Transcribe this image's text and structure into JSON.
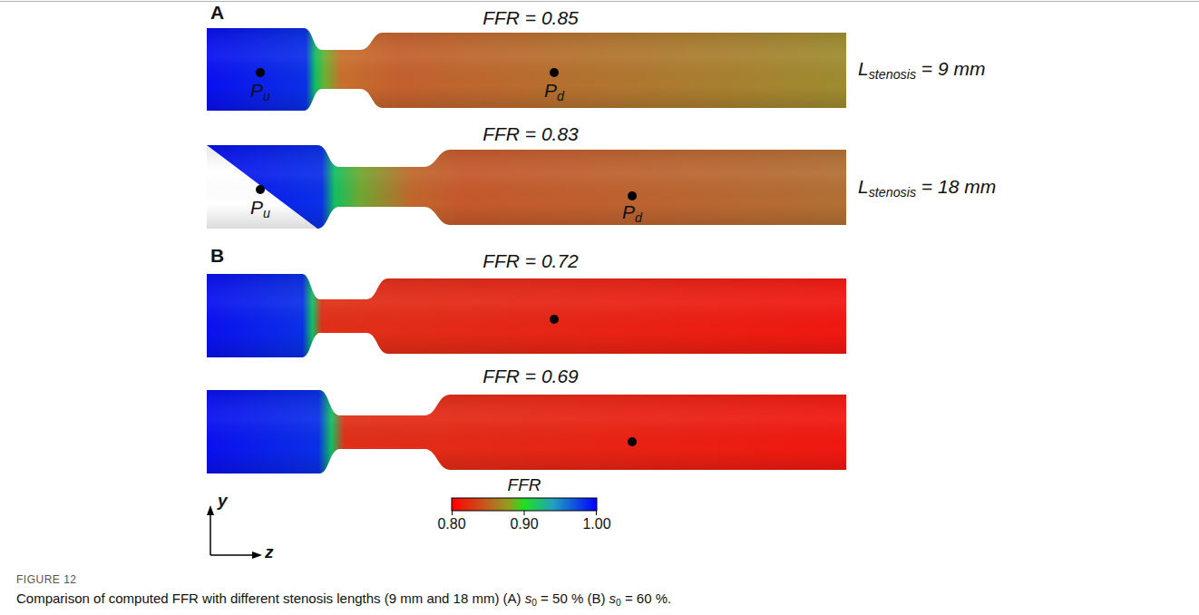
{
  "diagram": {
    "caption": "Comparison of computed FFR with different stenosis lengths (9 mm and 18 mm) (A) s0 = 50 % (B) s0 = 60 %.",
    "labels": [
      "A",
      "FFR = 0.85",
      "Lstenosis = 9 mm",
      "Pu",
      "Pd",
      "FFR = 0.83",
      "Lstenosis = 18 mm",
      "Pu",
      "Pd",
      "B",
      "FFR = 0.72",
      "FFR = 0.69",
      "FFR",
      "0.80",
      "0.90",
      "1.00",
      "y",
      "z",
      "FIGURE 12"
    ]
  }
}
